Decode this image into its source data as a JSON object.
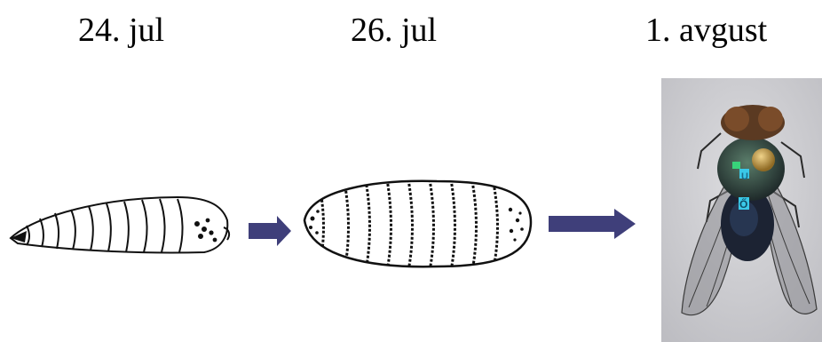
{
  "stages": [
    {
      "date": "24. jul",
      "icon": "larva-icon"
    },
    {
      "date": "26. jul",
      "icon": "pupa-icon"
    },
    {
      "date": "1. avgust",
      "icon": "fly-photo-icon"
    }
  ],
  "colors": {
    "arrow": "#3f3f7a",
    "ink": "#111111",
    "photo_bg": "#cfcfd1"
  }
}
